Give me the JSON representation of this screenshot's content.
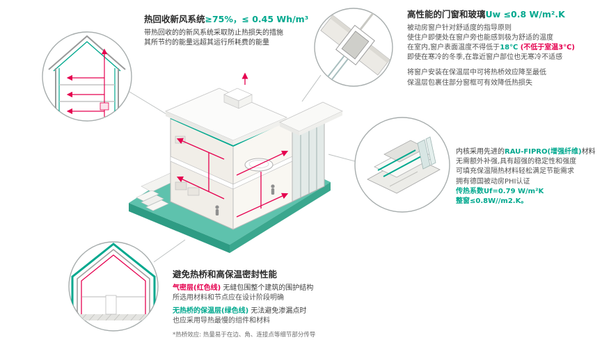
{
  "colors": {
    "green": "#00A88E",
    "red": "#E5004F",
    "platform_teal": "#5EC2AD"
  },
  "hrv": {
    "title_black": "热回收新风系统",
    "title_green": "≥75%，≤ 0.45 Wh/m³",
    "line1": "带热回收的的新风系统采取防止热损失的措施",
    "line2": "其所节约的能量远超其运行所耗费的能量"
  },
  "window": {
    "title_black": "高性能的门窗和玻璃",
    "title_green": "Uw ≤0.8 W/m².K",
    "line1": "被动房窗户针对舒适度的指导原则",
    "line2": "使住户即便处在窗户旁也能感到极为舒适的温度",
    "line3_pre": "在室内,窗户表面温度不得低于",
    "line3_green": "18℃",
    "line3_red": " (不低于室温3℃)",
    "line4": "即使在寒冷的冬季,在靠近窗户部位也无寒冷不适感",
    "line5": "将窗户安装在保温层中可将热桥效应降至最低",
    "line6": "保温层包裹住部分窗框可有效降低热损失"
  },
  "profile": {
    "line1_pre": "内核采用先进的",
    "line1_green": "RAU-FIPRO(增强纤维)",
    "line1_post": "材料",
    "line2": "无需额外补强,具有超强的稳定性和强度",
    "line3": "可填充保温隔热材料轻松满足节能需求",
    "line4": "拥有德国被动房PHI认证",
    "line5": "传热系数Uf=0.79 W/m²K",
    "line6": "整窗≤0.8W//m2.K。"
  },
  "thermal": {
    "title": "避免热桥和高保温密封性能",
    "line1_red": "气密层(红色线)",
    "line1_rest": " 无缝包围整个建筑的围护结构",
    "line2": "所选用材料和节点应在设计阶段明确",
    "line3_green": "无热桥的保温层(绿色线)",
    "line3_rest": " 无法避免渗漏点时",
    "line4": "也应采用导热最慢的组件和材料",
    "footnote": "*热桥效应: 热量易于在边、角、连接点等细节部分传导"
  }
}
